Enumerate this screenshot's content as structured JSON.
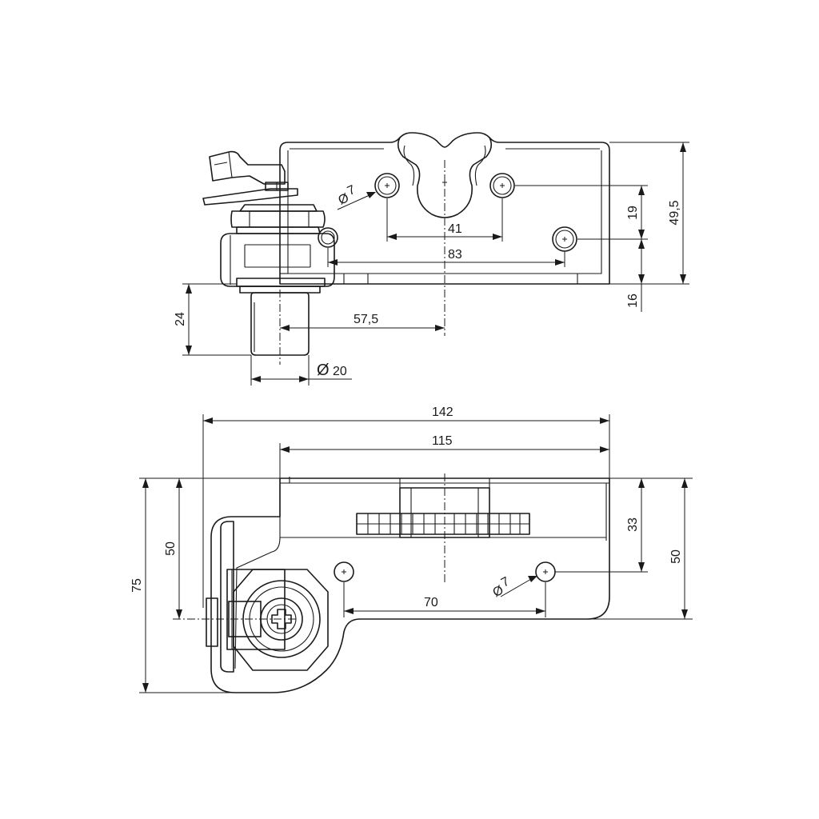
{
  "side_view": {
    "dim_hole_diameter": "7",
    "dim_hole_spacing_41": "41",
    "dim_hole_spacing_83": "83",
    "dim_offset_57_5": "57,5",
    "dim_height_19": "19",
    "dim_height_49_5": "49,5",
    "dim_height_16": "16",
    "dim_pin_length_24": "24",
    "dim_pin_diameter": "20"
  },
  "top_view": {
    "dim_total_length": "142",
    "dim_plate_length": "115",
    "dim_depth_33": "33",
    "dim_depth_50_right": "50",
    "dim_depth_50_left": "50",
    "dim_total_depth": "75",
    "dim_hole_spacing_70": "70",
    "dim_hole_diameter": "7"
  },
  "symbols": {
    "diameter": "Ø"
  }
}
